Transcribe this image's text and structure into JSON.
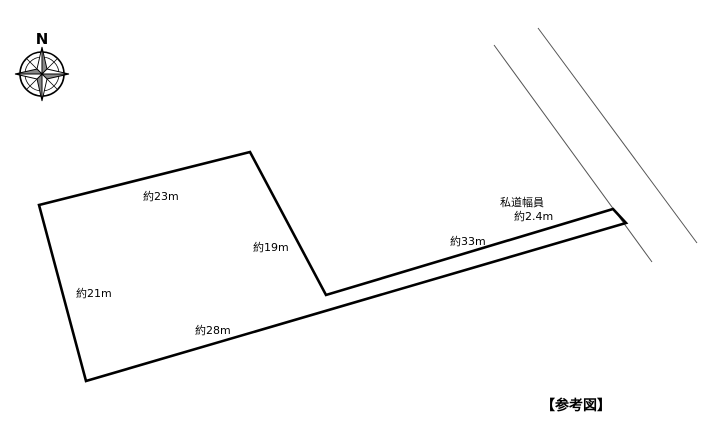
{
  "compass": {
    "north_label": "N",
    "icon": "compass-rose-icon"
  },
  "labels": {
    "top_edge": "約23m",
    "inner_edge": "約19m",
    "left_edge": "約21m",
    "bottom_edge": "約28m",
    "driveway_edge": "約33m",
    "road_name": "私道幅員",
    "road_width": "約2.4m"
  },
  "reference_note": "【参考図】",
  "colors": {
    "lot_outline": "#000000",
    "road_lines": "#555555",
    "compass_fill": "#888888"
  }
}
